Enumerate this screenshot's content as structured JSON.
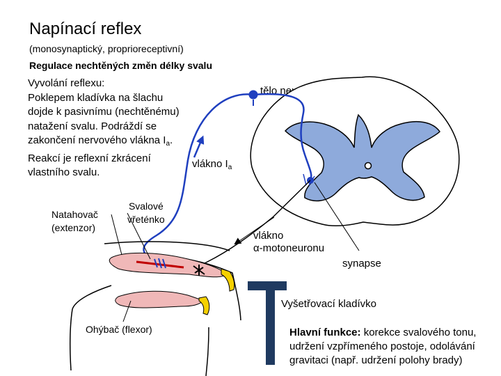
{
  "title": "Napínací reflex",
  "subtitle": "(monosynaptický, proprioreceptivní)",
  "regulation": "Regulace nechtěných změn délky svalu",
  "evocation": {
    "heading": "Vyvolání reflexu:",
    "lines": [
      "Poklepem kladívka na šlachu",
      "dojde k pasivnímu (nechtěnému)",
      "natažení svalu. Podráždí se",
      "zakončení nervového vlákna I",
      "Reakcí je reflexní zkrácení",
      "vlastního svalu."
    ],
    "line4_sub": "a",
    "line4_end": "."
  },
  "labels": {
    "neuron_body": "tělo neuronu I",
    "neuron_body_sub": "a",
    "fiber": "vlákno I",
    "fiber_sub": "a",
    "extensor_1": "Natahovač",
    "extensor_2": "(extenzor)",
    "spindle_1": "Svalové",
    "spindle_2": "vřeténko",
    "motoneuron_1": "vlákno",
    "motoneuron_2": "α-motoneuronu",
    "synapse": "synapse",
    "hammer": "Vyšetřovací kladívko",
    "flexor": "Ohýbač (flexor)"
  },
  "function": {
    "label": "Hlavní funkce:",
    "line1": " korekce svalového tonu,",
    "line2": "udržení vzpřímeného postoje, odolávání",
    "line3": "gravitaci (např. udržení polohy brady)"
  },
  "colors": {
    "neuron": "#1f3fbf",
    "grey_matter": "#8eaadb",
    "muscle": "#f0b8b8",
    "tendon": "#f5d000",
    "hammer": "#1f3a60"
  }
}
